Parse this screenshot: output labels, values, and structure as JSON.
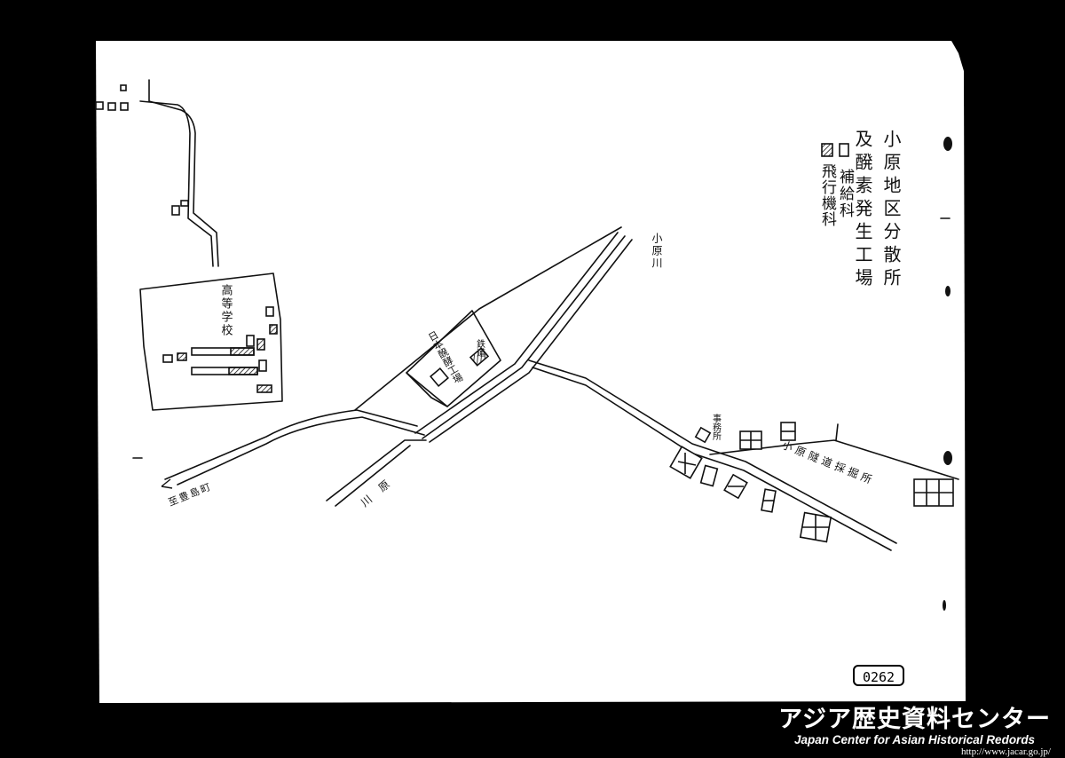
{
  "map": {
    "title_line1": "小原地区分散所",
    "title_line2": "及醗素発生工場",
    "legend": [
      {
        "symbol": "empty-box",
        "label": "補給科"
      },
      {
        "symbol": "hatched-box",
        "label": "飛行機科"
      }
    ],
    "labels": {
      "school": "高等学校",
      "factory": "日本醗酵工場",
      "factory_side": "鉄道",
      "river_upper": "小原川",
      "river_lower": "川原",
      "to_town": "至豊島町",
      "office": "事務所",
      "road": "小原隧道採掘所"
    }
  },
  "page_number": "0262",
  "footer": {
    "org_jp": "アジア歴史資料センター",
    "org_en": "Japan Center for Asian Historical Redords",
    "url": "http://www.jacar.go.jp/"
  }
}
